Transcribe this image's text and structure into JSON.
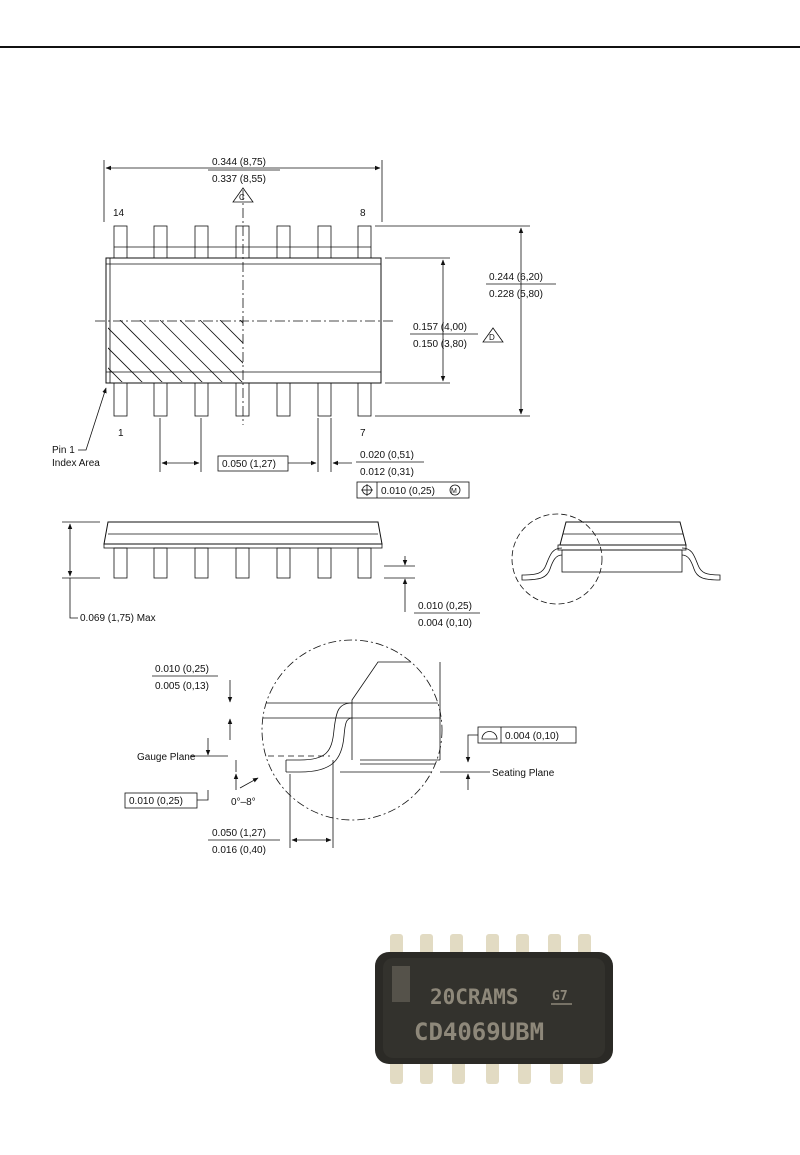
{
  "top_view": {
    "width_max": "0.344 (8,75)",
    "width_min": "0.337 (8,55)",
    "note_c": "C",
    "pin_14": "14",
    "pin_8": "8",
    "pin_1": "1",
    "pin_7": "7",
    "overall_max": "0.244 (6,20)",
    "overall_min": "0.228 (5,80)",
    "body_max": "0.157 (4,00)",
    "body_min": "0.150 (3,80)",
    "note_d": "D",
    "pin1_label_line1": "Pin 1",
    "pin1_label_line2": "Index Area",
    "pitch": "0.050 (1,27)",
    "lead_w_max": "0.020 (0,51)",
    "lead_w_min": "0.012 (0,31)",
    "position_tol": "0.010 (0,25)",
    "position_mod": "M"
  },
  "side_view": {
    "height_max": "0.069 (1,75) Max",
    "standoff_max": "0.010 (0,25)",
    "standoff_min": "0.004 (0,10)"
  },
  "detail_view": {
    "lead_t_max": "0.010 (0,25)",
    "lead_t_min": "0.005 (0,13)",
    "gauge_plane": "Gauge Plane",
    "gauge_dim": "0.010 (0,25)",
    "angle": "0°–8°",
    "foot_max": "0.050 (1,27)",
    "foot_min": "0.016 (0,40)",
    "coplanarity": "0.004 (0,10)",
    "seating_plane": "Seating Plane"
  },
  "chip_photo": {
    "marking_line1": "20CRAMS",
    "marking_suffix": "G7",
    "marking_line2": "CD4069UBM",
    "colors": {
      "body": "#2b2a26",
      "leads": "#e2dbc3",
      "text": "#8e887a"
    }
  }
}
